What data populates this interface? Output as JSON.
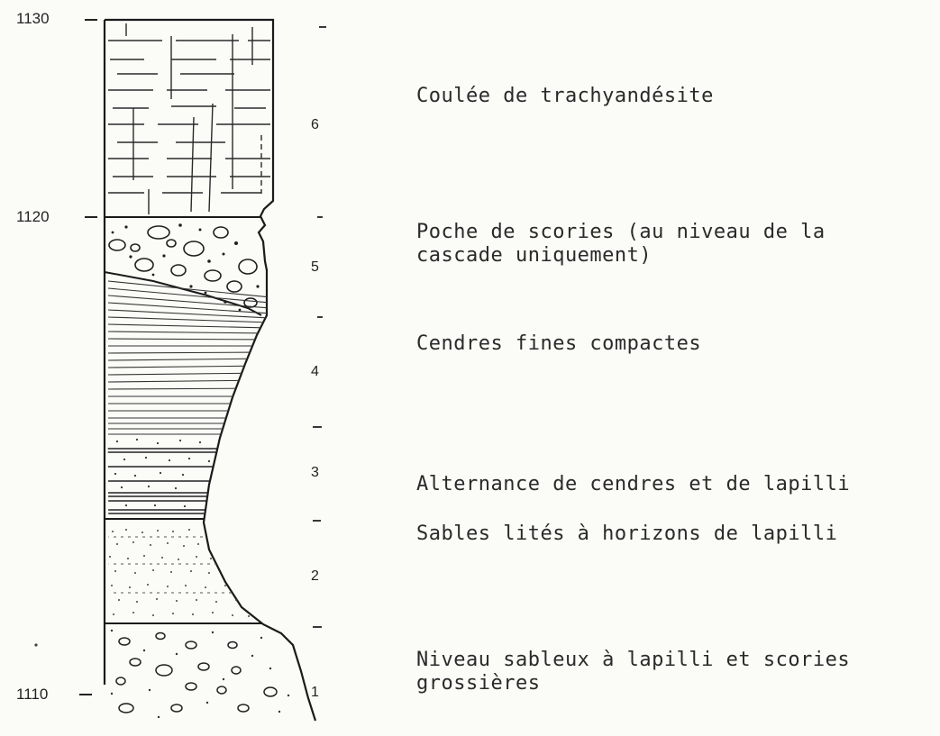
{
  "altitudes": [
    {
      "value": "1130"
    },
    {
      "value": "1120"
    },
    {
      "value": "1110"
    }
  ],
  "units": [
    "6",
    "5",
    "4",
    "3",
    "2",
    "1"
  ],
  "units_detail": [
    {
      "number": "6",
      "description": "Coulée de trachyandésite"
    },
    {
      "number": "5",
      "description": "Poche de scories (au niveau de la\ncascade uniquement)"
    },
    {
      "number": "4",
      "description": "Cendres fines compactes"
    },
    {
      "number": "3",
      "description": "Alternance de cendres et de lapilli"
    },
    {
      "number": "2",
      "description": "Sables lités à horizons de lapilli"
    },
    {
      "number": "1",
      "description": "Niveau sableux à lapilli et scories\ngrossières"
    }
  ]
}
